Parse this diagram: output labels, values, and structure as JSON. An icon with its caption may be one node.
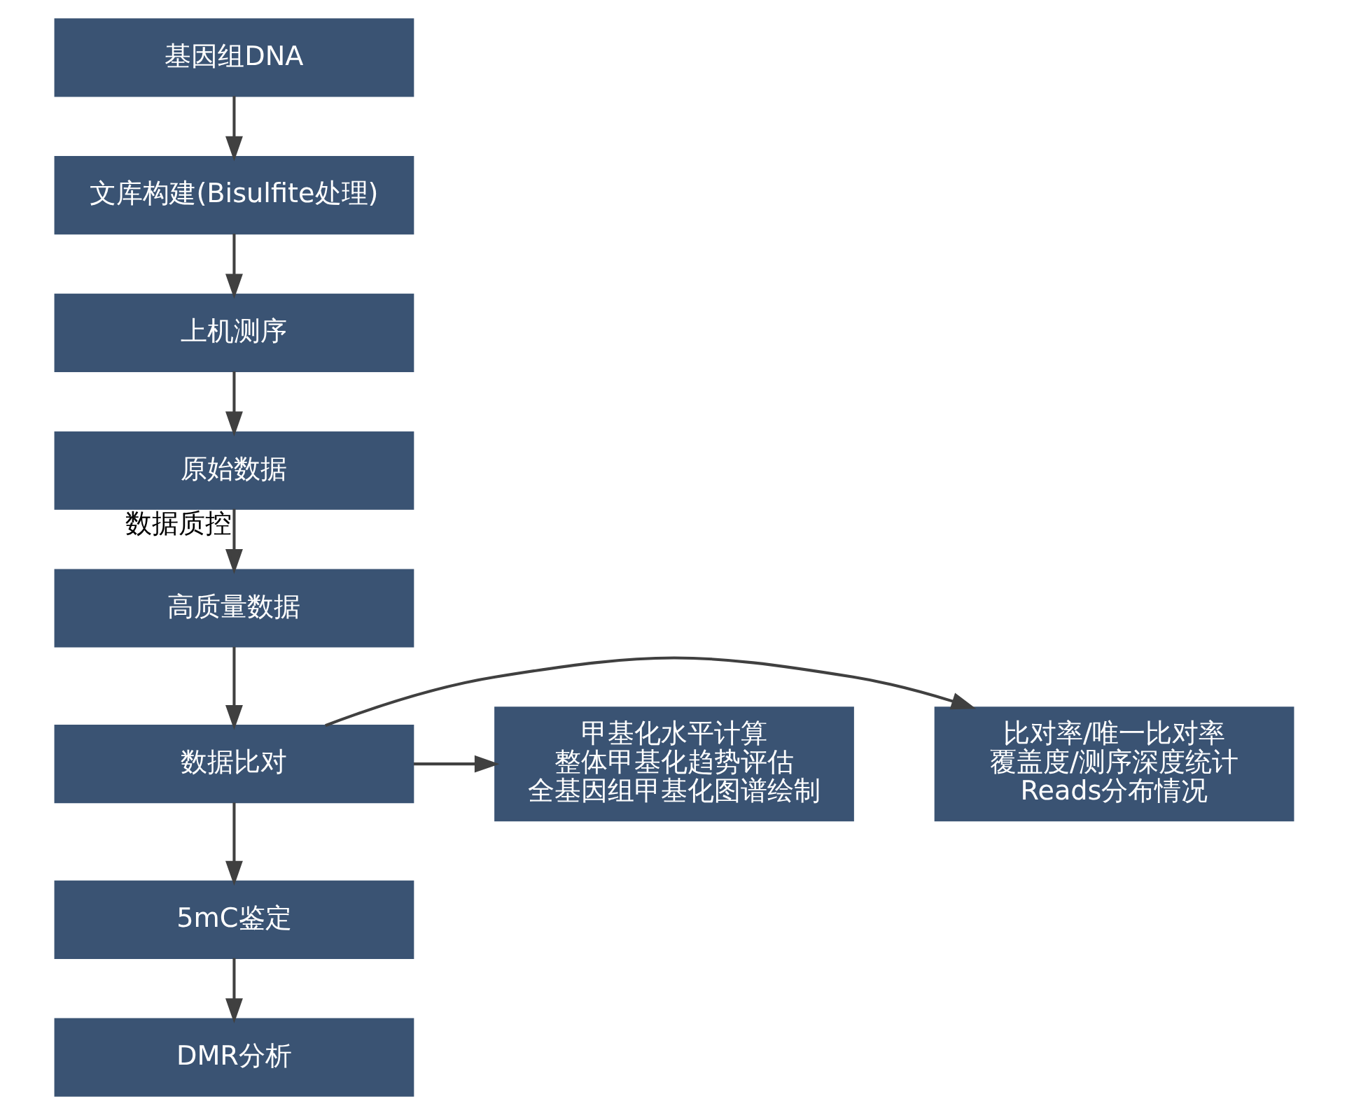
{
  "diagram": {
    "nodes": [
      {
        "text": [
          "基因组DNA"
        ]
      },
      {
        "text": [
          "文库构建(Bisulfite处理)"
        ]
      },
      {
        "text": [
          "上机测序"
        ]
      },
      {
        "text": [
          "原始数据"
        ]
      },
      {
        "text": [
          "高质量数据"
        ]
      },
      {
        "text": [
          "比对率/唯一比对率",
          "覆盖度/测序深度统计",
          "Reads分布情况"
        ]
      },
      {
        "text": [
          "数据比对"
        ]
      },
      {
        "text": [
          "甲基化水平计算",
          "整体甲基化趋势评估",
          "全基因组甲基化图谱绘制"
        ]
      },
      {
        "text": [
          "5mC鉴定"
        ]
      },
      {
        "text": [
          "DMR分析"
        ]
      }
    ],
    "edges": [
      {
        "from": 0,
        "to": 1,
        "arrow": "to"
      },
      {
        "from": 1,
        "to": 2,
        "arrow": "to"
      },
      {
        "from": 2,
        "to": 3,
        "arrow": "to"
      },
      {
        "from": 3,
        "to": 4,
        "arrow": "to",
        "label": "数据质控"
      },
      {
        "from": 4,
        "to": 6,
        "arrow": "to"
      },
      {
        "from": 6,
        "to": 5,
        "arrow": "to"
      },
      {
        "from": 6,
        "to": 7,
        "arrow": "to"
      },
      {
        "from": 6,
        "to": 8,
        "arrow": "to"
      },
      {
        "from": 8,
        "to": 9,
        "arrow": "to"
      }
    ]
  }
}
